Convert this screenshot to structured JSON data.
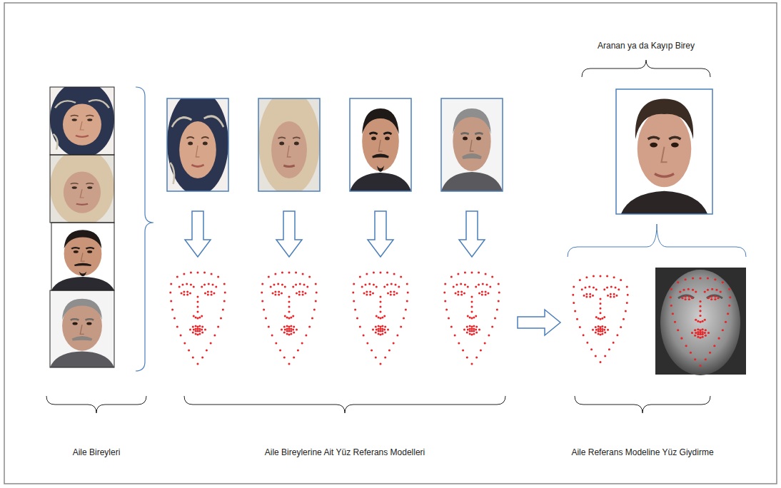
{
  "diagram": {
    "labels": [
      "Aranan ya da Kayıp Birey",
      "Aile Bireyleri",
      "Aile Bireylerine Ait Yüz Referans Modelleri",
      "Aile Referans Modeline Yüz Giydirme"
    ]
  }
}
